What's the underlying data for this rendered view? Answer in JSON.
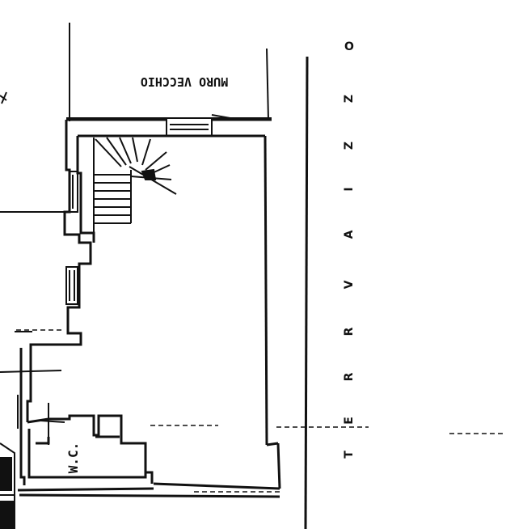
{
  "plan": {
    "top_label": "MURO VECCHIO",
    "room_label": "W.C.",
    "side_letters": [
      "O",
      "Z",
      "Z",
      "I",
      "A",
      "V",
      "R",
      "R",
      "E",
      "T"
    ],
    "stroke_color": "#111111",
    "background": "#ffffff"
  }
}
